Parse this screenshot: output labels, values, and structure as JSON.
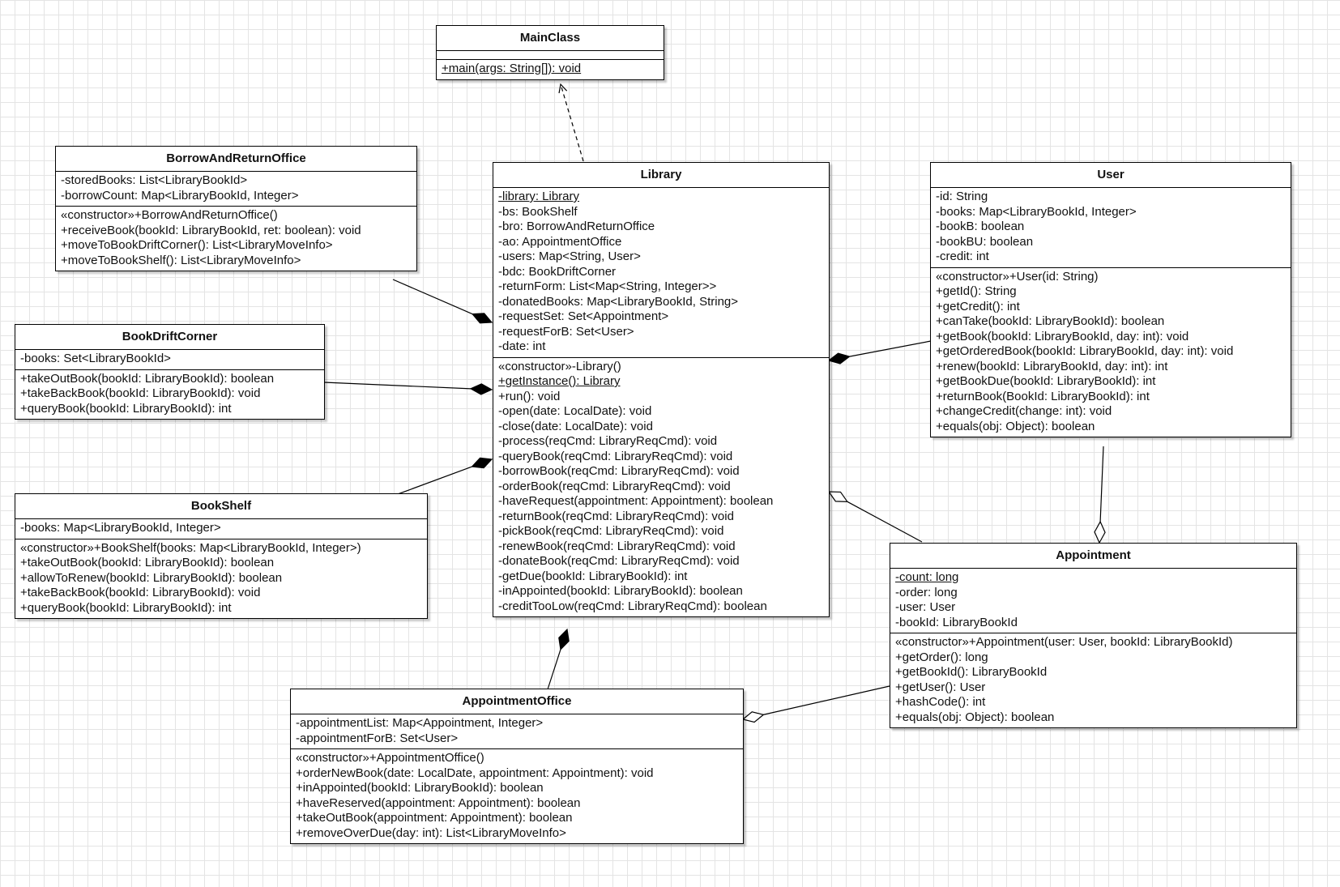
{
  "classes": [
    {
      "id": "mainclass",
      "name": "MainClass",
      "attributes": [],
      "operations": [
        {
          "text": "+main(args: String[]): void",
          "static": true
        }
      ]
    },
    {
      "id": "borrowandreturnoffice",
      "name": "BorrowAndReturnOffice",
      "attributes": [
        {
          "text": "-storedBooks: List<LibraryBookId>"
        },
        {
          "text": "-borrowCount: Map<LibraryBookId, Integer>"
        }
      ],
      "operations": [
        {
          "text": "«constructor»+BorrowAndReturnOffice()"
        },
        {
          "text": "+receiveBook(bookId: LibraryBookId, ret: boolean): void"
        },
        {
          "text": "+moveToBookDriftCorner(): List<LibraryMoveInfo>"
        },
        {
          "text": "+moveToBookShelf(): List<LibraryMoveInfo>"
        }
      ]
    },
    {
      "id": "bookdriftcorner",
      "name": "BookDriftCorner",
      "attributes": [
        {
          "text": "-books: Set<LibraryBookId>"
        }
      ],
      "operations": [
        {
          "text": "+takeOutBook(bookId: LibraryBookId): boolean"
        },
        {
          "text": "+takeBackBook(bookId: LibraryBookId): void"
        },
        {
          "text": "+queryBook(bookId: LibraryBookId): int"
        }
      ]
    },
    {
      "id": "bookshelf",
      "name": "BookShelf",
      "attributes": [
        {
          "text": "-books: Map<LibraryBookId, Integer>"
        }
      ],
      "operations": [
        {
          "text": "«constructor»+BookShelf(books: Map<LibraryBookId, Integer>)"
        },
        {
          "text": "+takeOutBook(bookId: LibraryBookId): boolean"
        },
        {
          "text": "+allowToRenew(bookId: LibraryBookId): boolean"
        },
        {
          "text": "+takeBackBook(bookId: LibraryBookId): void"
        },
        {
          "text": "+queryBook(bookId: LibraryBookId): int"
        }
      ]
    },
    {
      "id": "library",
      "name": "Library",
      "attributes": [
        {
          "text": "-library: Library",
          "static": true
        },
        {
          "text": "-bs: BookShelf"
        },
        {
          "text": "-bro: BorrowAndReturnOffice"
        },
        {
          "text": "-ao: AppointmentOffice"
        },
        {
          "text": "-users: Map<String, User>"
        },
        {
          "text": "-bdc: BookDriftCorner"
        },
        {
          "text": "-returnForm: List<Map<String, Integer>>"
        },
        {
          "text": "-donatedBooks: Map<LibraryBookId, String>"
        },
        {
          "text": "-requestSet: Set<Appointment>"
        },
        {
          "text": "-requestForB: Set<User>"
        },
        {
          "text": "-date: int"
        }
      ],
      "operations": [
        {
          "text": "«constructor»-Library()"
        },
        {
          "text": "+getInstance(): Library",
          "static": true
        },
        {
          "text": "+run(): void"
        },
        {
          "text": "-open(date: LocalDate): void"
        },
        {
          "text": "-close(date: LocalDate): void"
        },
        {
          "text": "-process(reqCmd: LibraryReqCmd): void"
        },
        {
          "text": "-queryBook(reqCmd: LibraryReqCmd): void"
        },
        {
          "text": "-borrowBook(reqCmd: LibraryReqCmd): void"
        },
        {
          "text": "-orderBook(reqCmd: LibraryReqCmd): void"
        },
        {
          "text": "-haveRequest(appointment: Appointment): boolean"
        },
        {
          "text": "-returnBook(reqCmd: LibraryReqCmd): void"
        },
        {
          "text": "-pickBook(reqCmd: LibraryReqCmd): void"
        },
        {
          "text": "-renewBook(reqCmd: LibraryReqCmd): void"
        },
        {
          "text": "-donateBook(reqCmd: LibraryReqCmd): void"
        },
        {
          "text": "-getDue(bookId: LibraryBookId): int"
        },
        {
          "text": "-inAppointed(bookId: LibraryBookId): boolean"
        },
        {
          "text": "-creditTooLow(reqCmd: LibraryReqCmd): boolean"
        }
      ]
    },
    {
      "id": "user",
      "name": "User",
      "attributes": [
        {
          "text": "-id: String"
        },
        {
          "text": "-books: Map<LibraryBookId, Integer>"
        },
        {
          "text": "-bookB: boolean"
        },
        {
          "text": "-bookBU: boolean"
        },
        {
          "text": "-credit: int"
        }
      ],
      "operations": [
        {
          "text": "«constructor»+User(id: String)"
        },
        {
          "text": "+getId(): String"
        },
        {
          "text": "+getCredit(): int"
        },
        {
          "text": "+canTake(bookId: LibraryBookId): boolean"
        },
        {
          "text": "+getBook(bookId: LibraryBookId, day: int): void"
        },
        {
          "text": "+getOrderedBook(bookId: LibraryBookId, day: int): void"
        },
        {
          "text": "+renew(bookId: LibraryBookId, day: int): int"
        },
        {
          "text": "+getBookDue(bookId: LibraryBookId): int"
        },
        {
          "text": "+returnBook(BookId: LibraryBookId): int"
        },
        {
          "text": "+changeCredit(change: int): void"
        },
        {
          "text": "+equals(obj: Object): boolean"
        }
      ]
    },
    {
      "id": "appointment",
      "name": "Appointment",
      "attributes": [
        {
          "text": "-count: long",
          "static": true
        },
        {
          "text": "-order: long"
        },
        {
          "text": "-user: User"
        },
        {
          "text": "-bookId: LibraryBookId"
        }
      ],
      "operations": [
        {
          "text": "«constructor»+Appointment(user: User, bookId: LibraryBookId)"
        },
        {
          "text": "+getOrder(): long"
        },
        {
          "text": "+getBookId(): LibraryBookId"
        },
        {
          "text": "+getUser(): User"
        },
        {
          "text": "+hashCode(): int"
        },
        {
          "text": "+equals(obj: Object): boolean"
        }
      ]
    },
    {
      "id": "appointmentoffice",
      "name": "AppointmentOffice",
      "attributes": [
        {
          "text": "-appointmentList: Map<Appointment, Integer>"
        },
        {
          "text": "-appointmentForB: Set<User>"
        }
      ],
      "operations": [
        {
          "text": "«constructor»+AppointmentOffice()"
        },
        {
          "text": "+orderNewBook(date: LocalDate, appointment: Appointment): void"
        },
        {
          "text": "+inAppointed(bookId: LibraryBookId): boolean"
        },
        {
          "text": "+haveReserved(appointment: Appointment): boolean"
        },
        {
          "text": "+takeOutBook(appointment: Appointment): boolean"
        },
        {
          "text": "+removeOverDue(day: int): List<LibraryMoveInfo>"
        }
      ]
    }
  ],
  "relations": [
    {
      "id": "dep-library-mainclass",
      "type": "dependency",
      "from": "library",
      "to": "mainclass"
    },
    {
      "id": "comp-library-borrowandreturnoffice",
      "type": "composition",
      "whole": "library",
      "part": "borrowandreturnoffice"
    },
    {
      "id": "comp-library-bookdriftcorner",
      "type": "composition",
      "whole": "library",
      "part": "bookdriftcorner"
    },
    {
      "id": "comp-library-bookshelf",
      "type": "composition",
      "whole": "library",
      "part": "bookshelf"
    },
    {
      "id": "comp-library-user",
      "type": "composition",
      "whole": "library",
      "part": "user"
    },
    {
      "id": "agg-library-appointment",
      "type": "aggregation",
      "whole": "library",
      "part": "appointment"
    },
    {
      "id": "comp-library-appointmentoffice",
      "type": "composition",
      "whole": "library",
      "part": "appointmentoffice"
    },
    {
      "id": "agg-appointment-user",
      "type": "aggregation",
      "whole": "appointment",
      "part": "user"
    },
    {
      "id": "agg-appointmentoffice-appointment",
      "type": "aggregation",
      "whole": "appointmentoffice",
      "part": "appointment"
    }
  ]
}
